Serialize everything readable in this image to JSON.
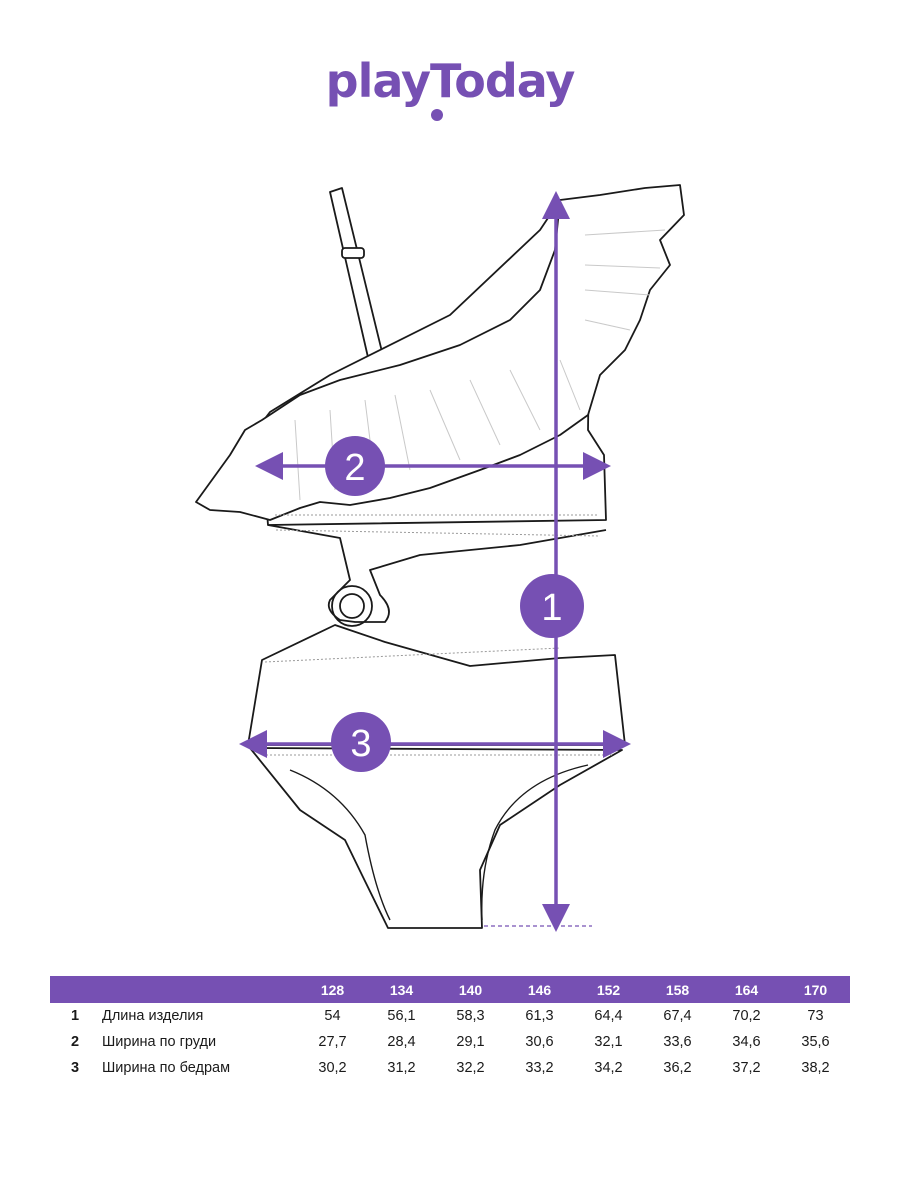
{
  "brand": {
    "name": "playToday",
    "color": "#7650b3"
  },
  "markers": [
    "1",
    "2",
    "3"
  ],
  "table": {
    "sizes": [
      "128",
      "134",
      "140",
      "146",
      "152",
      "158",
      "164",
      "170"
    ],
    "rows": [
      {
        "num": "1",
        "label": "Длина изделия",
        "values": [
          "54",
          "56,1",
          "58,3",
          "61,3",
          "64,4",
          "67,4",
          "70,2",
          "73"
        ]
      },
      {
        "num": "2",
        "label": "Ширина по груди",
        "values": [
          "27,7",
          "28,4",
          "29,1",
          "30,6",
          "32,1",
          "33,6",
          "34,6",
          "35,6"
        ]
      },
      {
        "num": "3",
        "label": "Ширина по бедрам",
        "values": [
          "30,2",
          "31,2",
          "32,2",
          "33,2",
          "34,2",
          "36,2",
          "37,2",
          "38,2"
        ]
      }
    ]
  }
}
